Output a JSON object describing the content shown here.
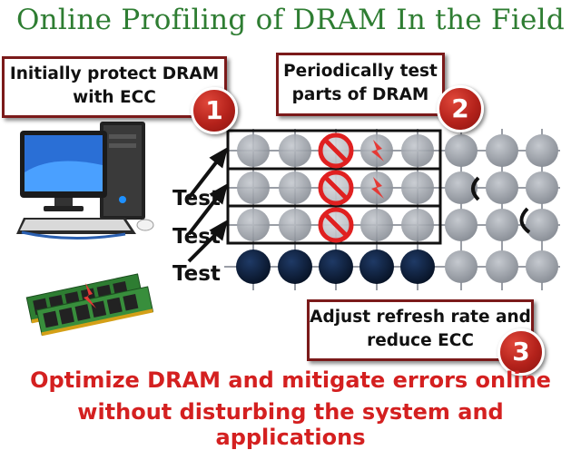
{
  "slide": {
    "title": "Online Profiling of DRAM In the Field",
    "step1": {
      "text_line1": "Initially protect DRAM",
      "text_line2": "with ECC",
      "number": "1"
    },
    "step2": {
      "text_line1": "Periodically test",
      "text_line2": "parts of DRAM",
      "number": "2"
    },
    "step3": {
      "text_line1": "Adjust refresh rate and",
      "text_line2": "reduce ECC",
      "number": "3"
    },
    "test_labels": [
      "Test",
      "Test",
      "Test"
    ],
    "bottom_line1": "Optimize DRAM and mitigate errors online",
    "bottom_line2": "without disturbing the system and applications",
    "colors": {
      "title": "#2e7d32",
      "callout_border": "#7b1a1a",
      "badge": "#c0261e",
      "bottom_text": "#d42020",
      "cell_light": "#a8adb5",
      "cell_dark": "#0d1f3c"
    }
  }
}
